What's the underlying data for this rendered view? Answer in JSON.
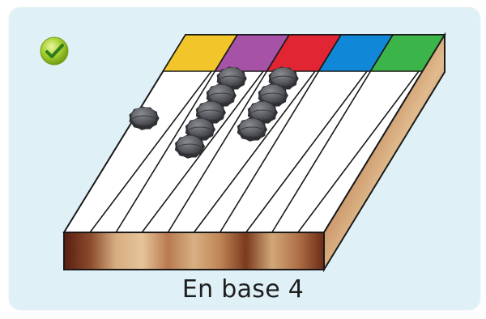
{
  "caption": "En base 4",
  "status_icon": "checkmark-icon",
  "column_colors": [
    "#f2c62a",
    "#a652a6",
    "#e12533",
    "#1187d7",
    "#3bb54a"
  ],
  "chips_per_column": [
    1,
    5,
    4,
    0,
    0
  ],
  "colors": {
    "panel_background": "#dff1f7",
    "chip": "#5f6166",
    "board_wood": "#8b4a26"
  }
}
